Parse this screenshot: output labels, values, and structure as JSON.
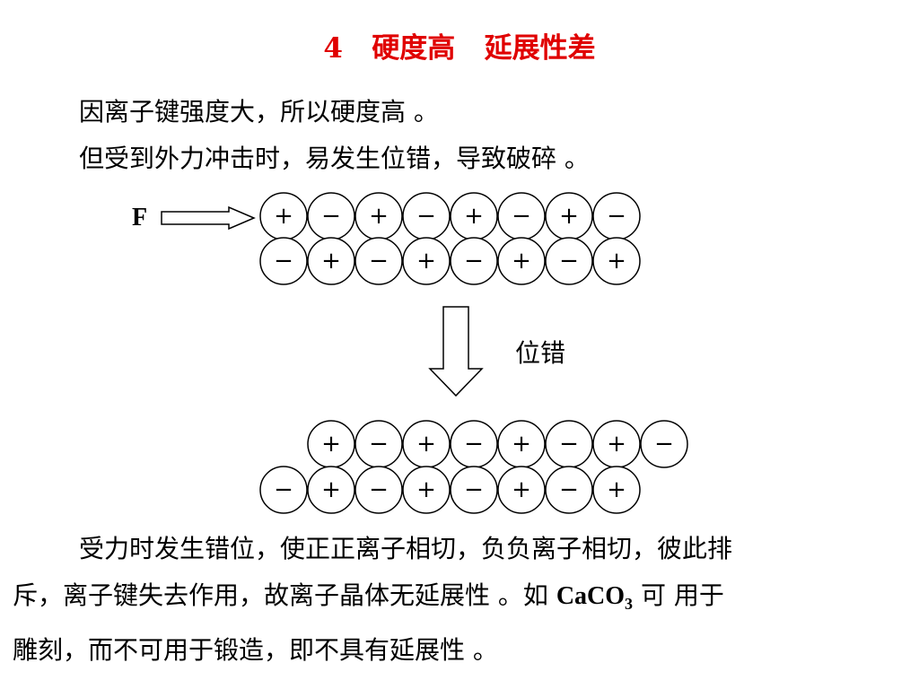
{
  "title": "4   硬度高   延展性差",
  "lines": [
    "因离子键强度大，所以硬度高 。",
    "但受到外力冲击时，易发生位错，导致破碎 。"
  ],
  "diagram": {
    "force_label": "F",
    "dislocation_label": "位错",
    "before": {
      "top_row": [
        "+",
        "−",
        "+",
        "−",
        "+",
        "−",
        "+",
        "−"
      ],
      "bottom_row": [
        "−",
        "+",
        "−",
        "+",
        "−",
        "+",
        "−",
        "+"
      ]
    },
    "after": {
      "top_row": [
        "+",
        "−",
        "+",
        "−",
        "+",
        "−",
        "+",
        "−"
      ],
      "bottom_row": [
        "−",
        "+",
        "−",
        "+",
        "−",
        "+",
        "−",
        "+"
      ]
    }
  },
  "paragraph": {
    "line1": "受力时发生错位，使正正离子相切，负负离子相切，彼此排",
    "line2_pre": "斥，离子键失去作用，故离子晶体无延展性 。如 ",
    "formula_main": "CaCO",
    "formula_sub": "3",
    "line2_post": " 可 用于",
    "line3": "雕刻，而不可用于锻造，即不具有延展性 。"
  }
}
